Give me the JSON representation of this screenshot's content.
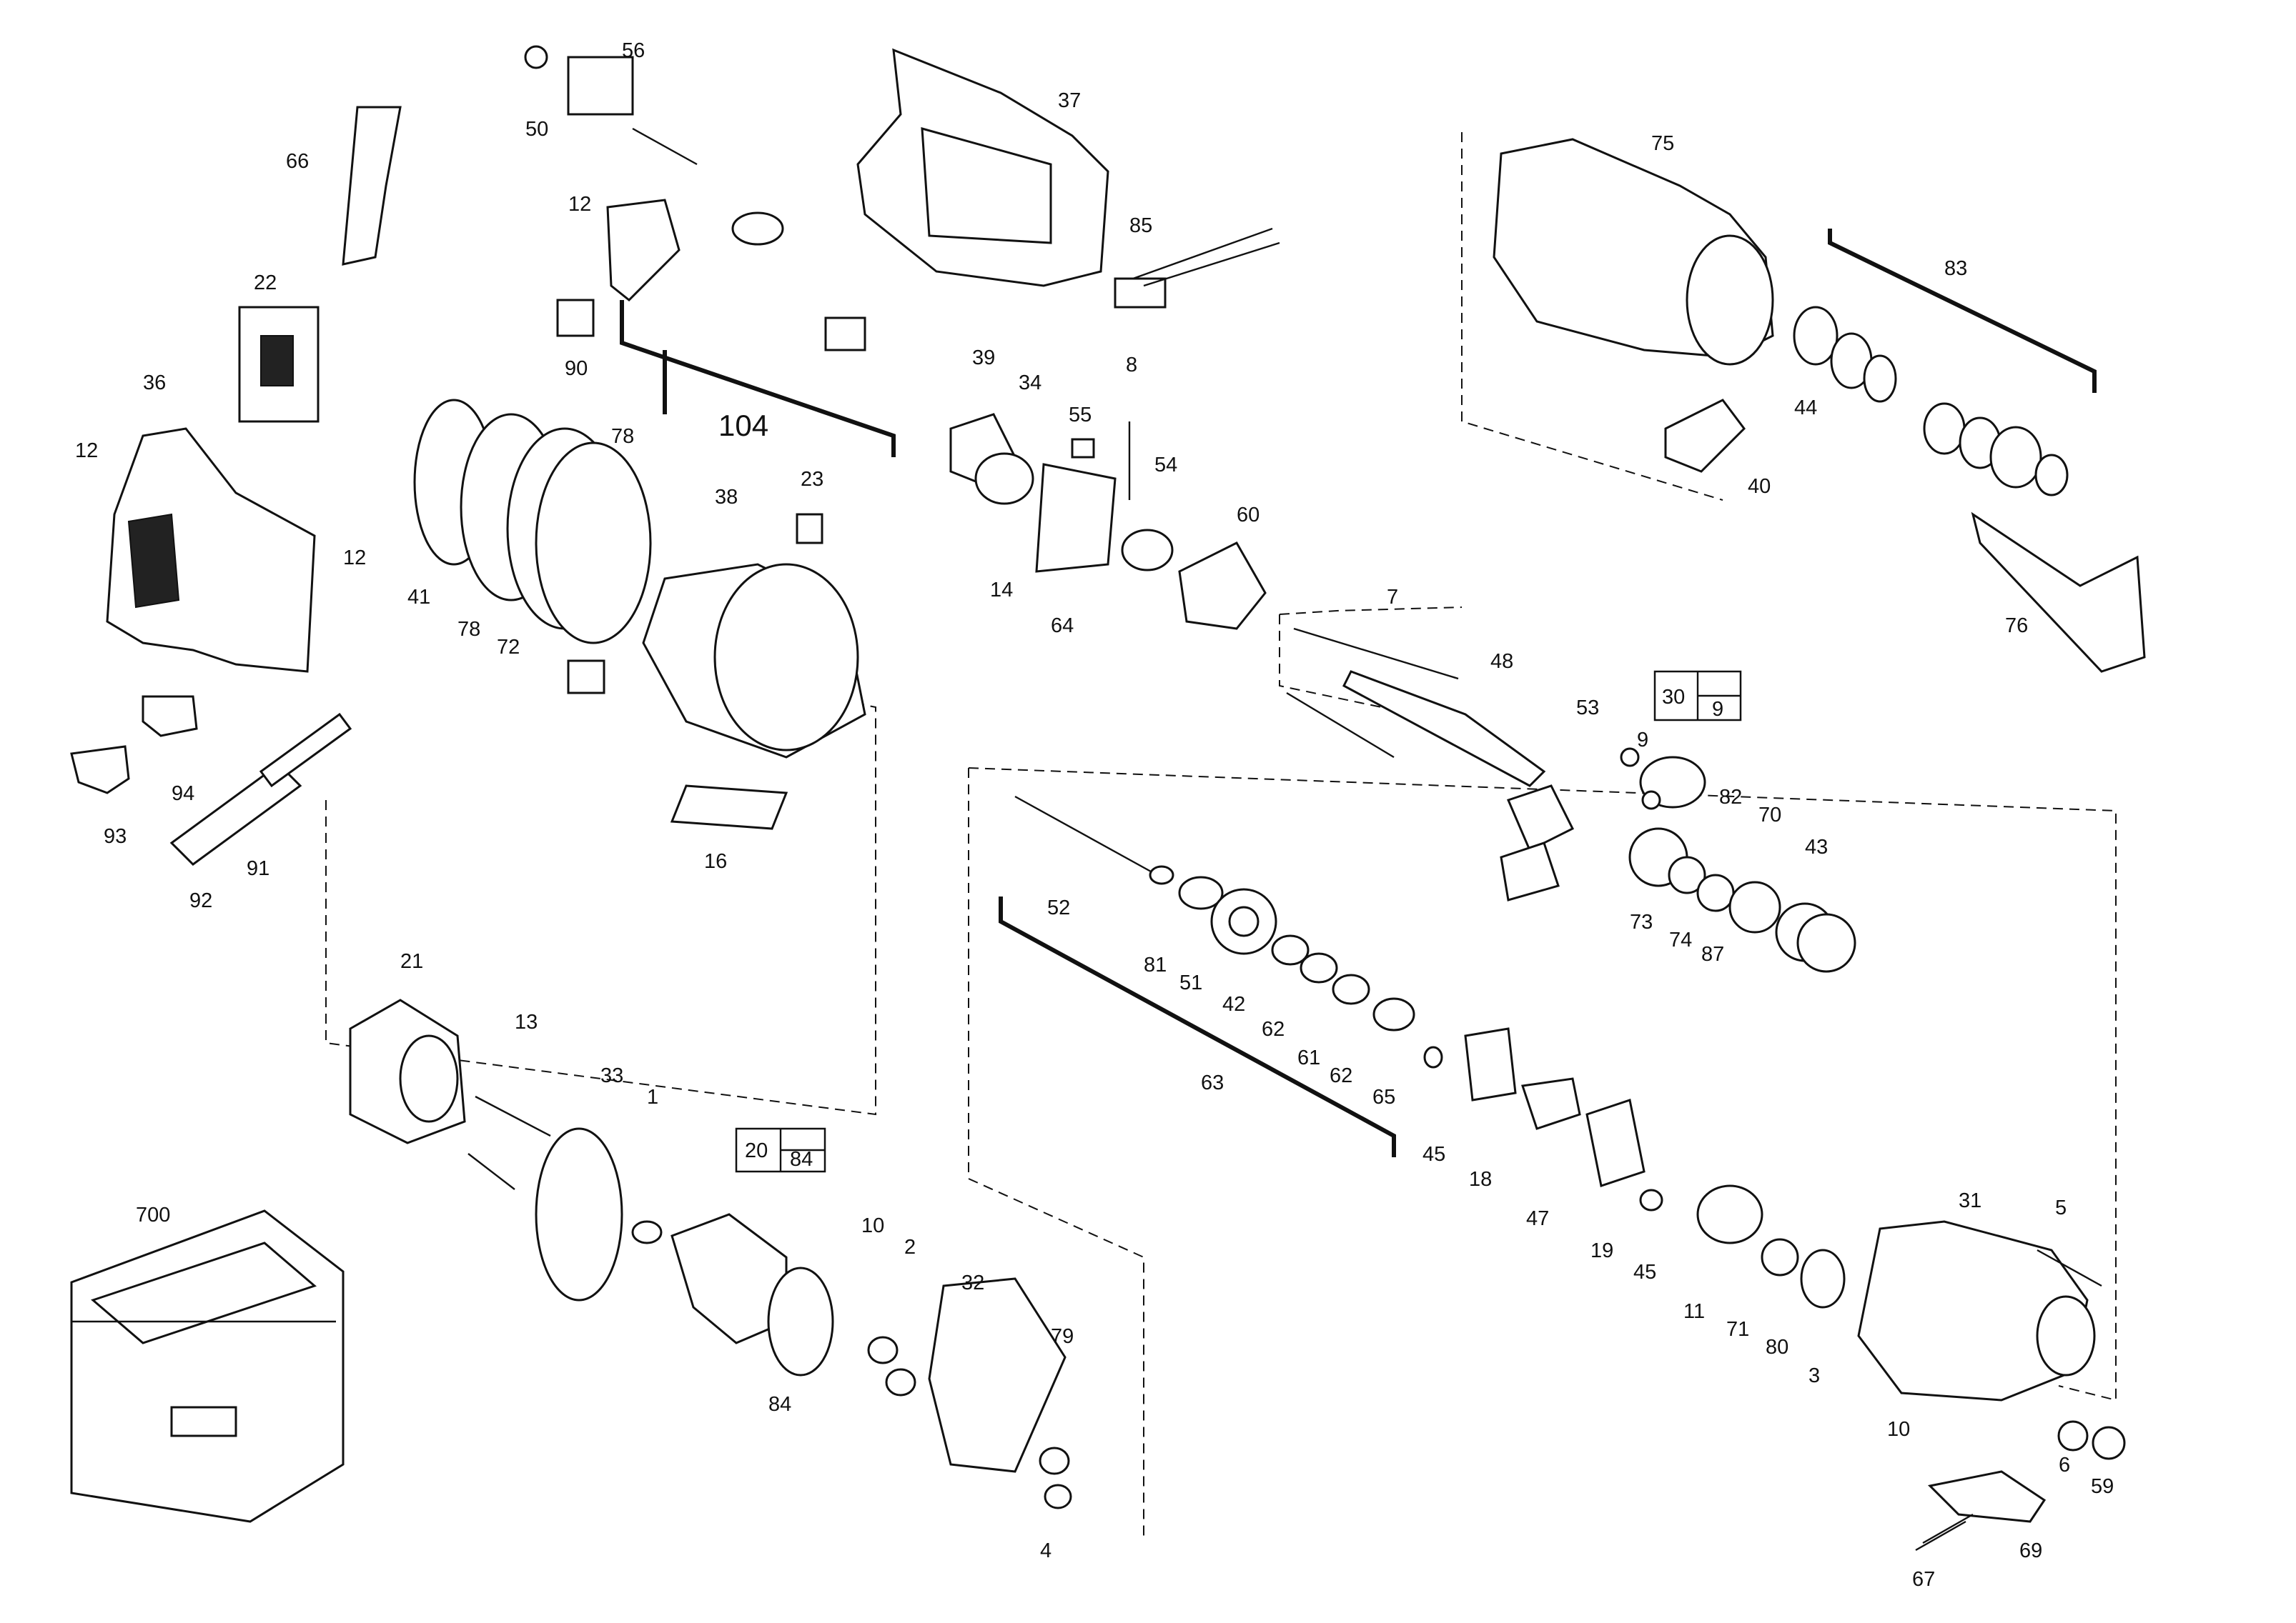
{
  "diagram": {
    "labels": {
      "p1": "1",
      "p2": "2",
      "p3": "3",
      "p4": "4",
      "p5": "5",
      "p6": "6",
      "p7": "7",
      "p8": "8",
      "p9": "9",
      "p10": "10",
      "p10b": "10",
      "p11": "11",
      "p12a": "12",
      "p12b": "12",
      "p12c": "12",
      "p13": "13",
      "p14": "14",
      "p16": "16",
      "p18": "18",
      "p19": "19",
      "p21": "21",
      "p22": "22",
      "p23": "23",
      "p31": "31",
      "p32": "32",
      "p33": "33",
      "p34": "34",
      "p36": "36",
      "p37": "37",
      "p38": "38",
      "p39": "39",
      "p40": "40",
      "p41": "41",
      "p42": "42",
      "p43": "43",
      "p44": "44",
      "p45a": "45",
      "p45b": "45",
      "p47": "47",
      "p48": "48",
      "p50": "50",
      "p51": "51",
      "p52": "52",
      "p53": "53",
      "p54": "54",
      "p55": "55",
      "p56": "56",
      "p59": "59",
      "p60": "60",
      "p61": "61",
      "p62a": "62",
      "p62b": "62",
      "p63": "63",
      "p64": "64",
      "p65": "65",
      "p66": "66",
      "p67": "67",
      "p69": "69",
      "p70": "70",
      "p71": "71",
      "p72": "72",
      "p73": "73",
      "p74": "74",
      "p75": "75",
      "p76": "76",
      "p78a": "78",
      "p78b": "78",
      "p79": "79",
      "p80": "80",
      "p81": "81",
      "p82": "82",
      "p83": "83",
      "p84": "84",
      "p85": "85",
      "p87": "87",
      "p90": "90",
      "p91": "91",
      "p92": "92",
      "p93": "93",
      "p94": "94",
      "p104": "104",
      "p700": "700"
    },
    "boxes": {
      "box_a_top": "30",
      "box_a_bottom": "9",
      "box_b_left": "20",
      "box_b_right": "84"
    }
  }
}
